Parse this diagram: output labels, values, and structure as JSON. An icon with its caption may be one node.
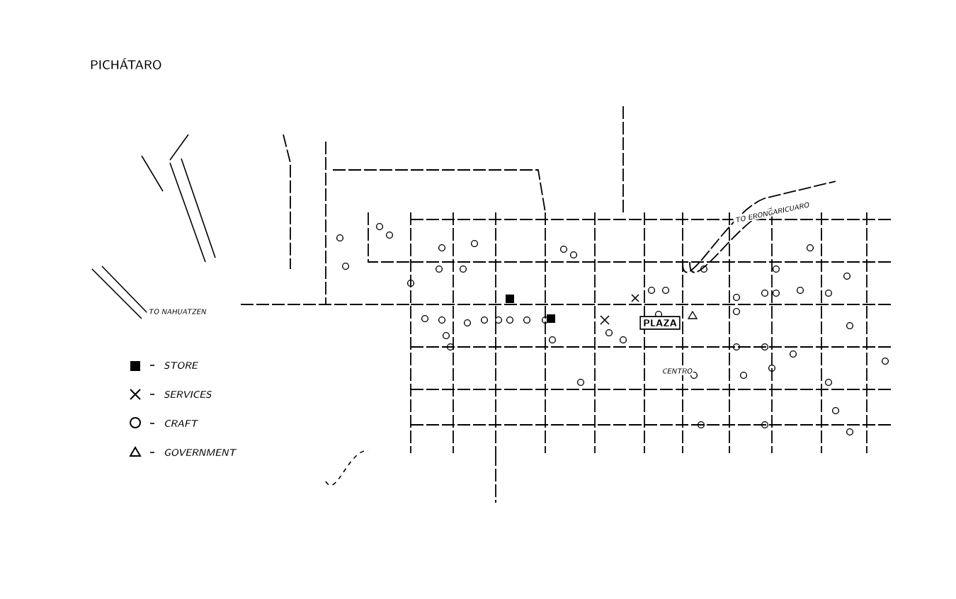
{
  "diagram": {
    "title": "PICHÁTARO",
    "nodes": [
      {
        "text": [
          "PLAZA"
        ]
      }
    ],
    "labels": [
      "TO ERONGARICUARO",
      "TO NAHUATZEN",
      "CENTRO"
    ],
    "legend": [
      {
        "text": "STORE"
      },
      {
        "text": "SERVICES"
      },
      {
        "text": "CRAFT"
      },
      {
        "text": "GOVERNMENT"
      }
    ]
  }
}
